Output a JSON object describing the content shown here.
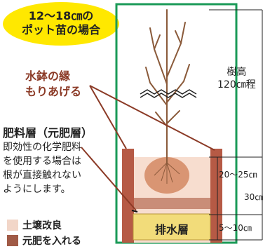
{
  "title_badge": "12〜18㎝の\nポット苗の場合",
  "callout_rim": "水鉢の縁\nもりあげる",
  "fertilizer_heading": "肥料層（元肥層）",
  "fertilizer_note": "即効性の化学肥料\nを使用する場合は\n根が直接触れない\nようにします。",
  "tree_height": "樹高\n120㎝程",
  "dim_upper": "20〜25㎝",
  "dim_total": "30㎝",
  "dim_lower": "5〜10㎝",
  "drain_label": "排水層",
  "legend": [
    {
      "label": "土壌改良",
      "color": "#f2d6c8"
    },
    {
      "label": "元肥を入れる",
      "color": "#a05a46"
    }
  ],
  "colors": {
    "badge": "#ffe800",
    "frame": "#1a9a57",
    "callout_text": "#8b3a26",
    "soil_wall": "#b65a45",
    "amended_soil": "#f7ddcf",
    "fertilizer": "#c98d78",
    "drainage": "#f2dc7a"
  }
}
